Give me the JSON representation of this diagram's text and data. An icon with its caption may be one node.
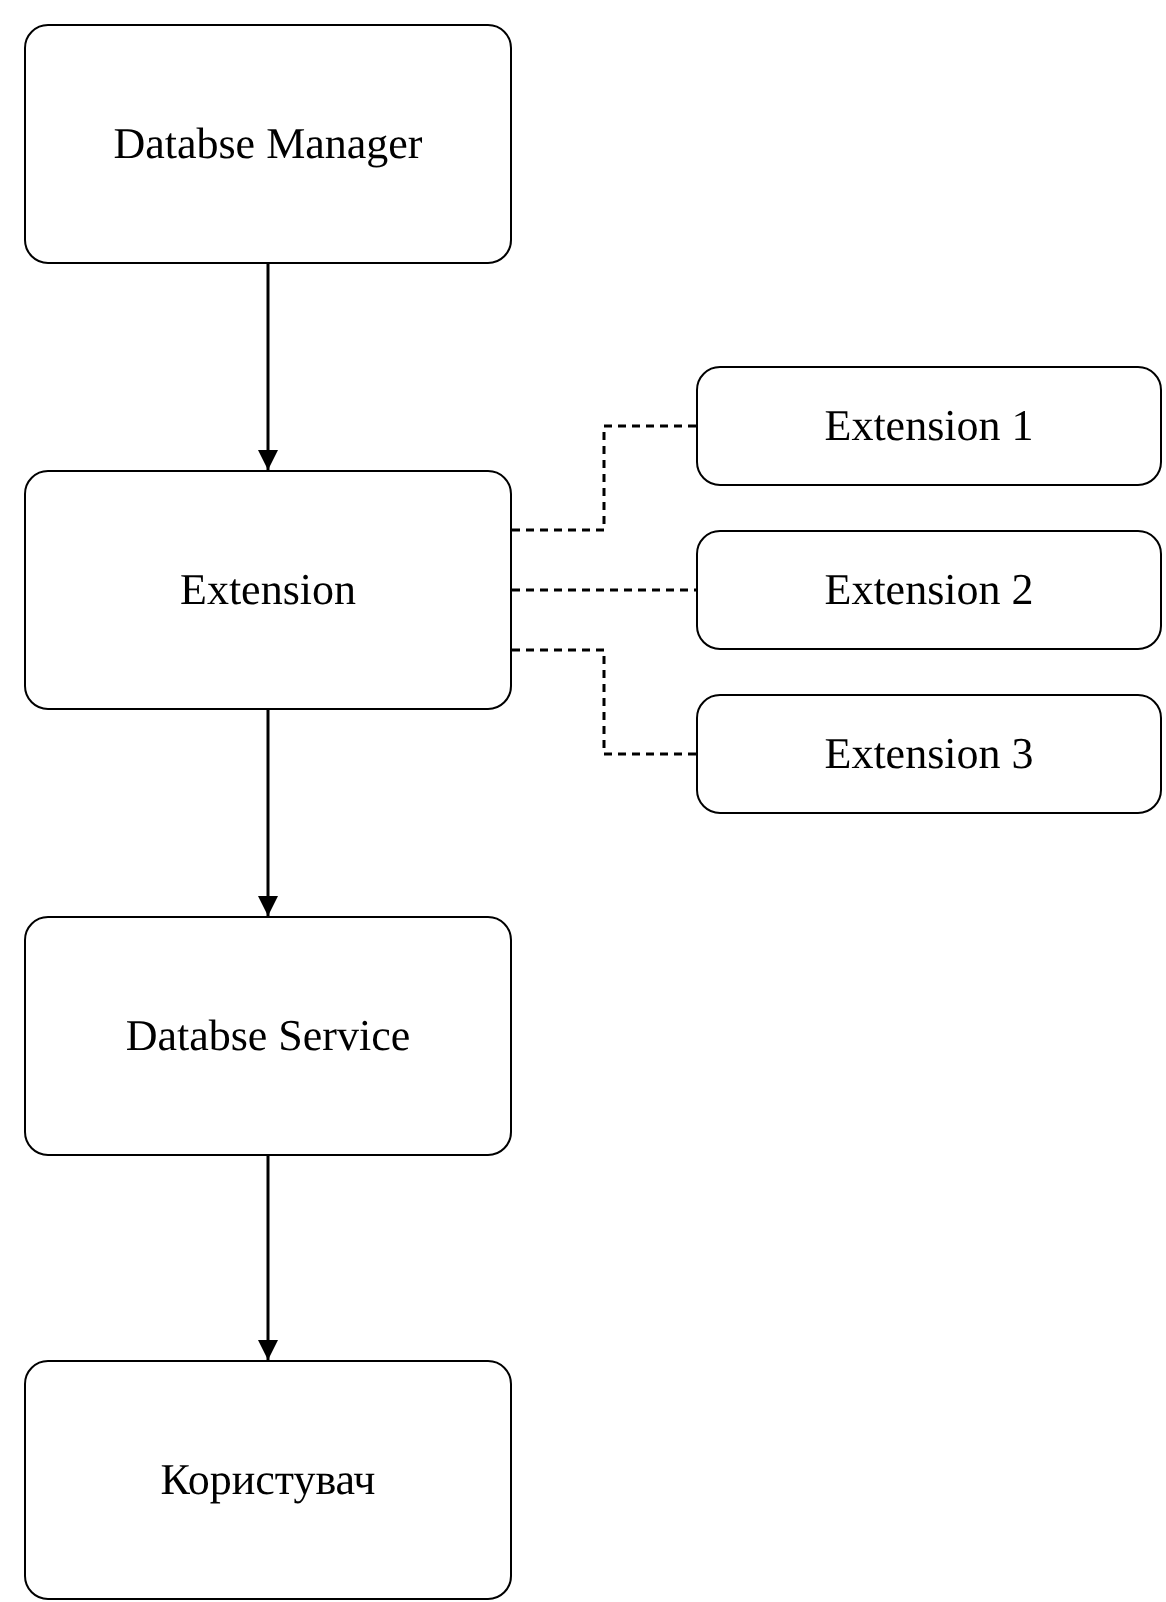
{
  "diagram": {
    "nodes": [
      {
        "text": [
          "Databse Manager"
        ]
      },
      {
        "text": [
          "Extension"
        ]
      },
      {
        "text": [
          "Extension 1"
        ]
      },
      {
        "text": [
          "Extension 2"
        ]
      },
      {
        "text": [
          "Extension 3"
        ]
      },
      {
        "text": [
          "Databse Service"
        ]
      },
      {
        "text": [
          "Користувач"
        ]
      }
    ],
    "edges": [
      {
        "from": 0,
        "to": 1,
        "arrow": "to"
      },
      {
        "from": 1,
        "to": 2,
        "arrow": "none",
        "style": "dashed"
      },
      {
        "from": 1,
        "to": 3,
        "arrow": "none",
        "style": "dashed"
      },
      {
        "from": 1,
        "to": 4,
        "arrow": "none",
        "style": "dashed"
      },
      {
        "from": 1,
        "to": 5,
        "arrow": "to"
      },
      {
        "from": 5,
        "to": 6,
        "arrow": "to"
      }
    ]
  }
}
